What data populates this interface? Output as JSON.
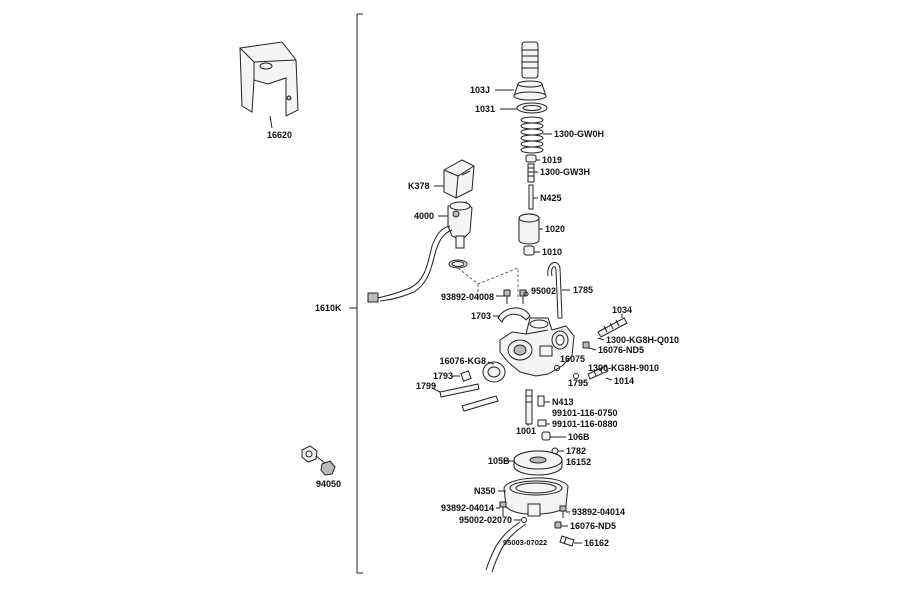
{
  "diagram": {
    "labels": {
      "p16620": "16620",
      "p1610K": "1610K",
      "p94050": "94050",
      "p103J": "103J",
      "p1031": "1031",
      "p1300GW0H": "1300-GW0H",
      "p1019": "1019",
      "p1300GW3H": "1300-GW3H",
      "pN425": "N425",
      "p1020": "1020",
      "p1010": "1010",
      "pK378": "K378",
      "p4000": "4000",
      "p9389204008": "93892-04008",
      "p95002": "95002",
      "p1785": "1785",
      "p1703": "1703",
      "p1034": "1034",
      "p1300KG8HQ010": "1300-KG8H-Q010",
      "p16076ND5a": "16076-ND5",
      "p16076KG8": "16076-KG8",
      "p16075": "16075",
      "p1300KG8H9010": "1300-KG8H-9010",
      "p1793": "1793",
      "p1799": "1799",
      "p1795": "1795",
      "p1014": "1014",
      "pN413": "N413",
      "p99101116_0750": "99101-116-0750",
      "p99101116_0880": "99101-116-0880",
      "p1001": "1001",
      "p106B": "106B",
      "p1782": "1782",
      "p16152": "16152",
      "p105B": "105B",
      "pN350": "N350",
      "p9389204014a": "93892-04014",
      "p9389204014b": "93892-04014",
      "p9500202070": "95002-02070",
      "p16076ND5b": "16076-ND5",
      "p9500307022": "95003-07022",
      "p16162": "16162"
    }
  }
}
